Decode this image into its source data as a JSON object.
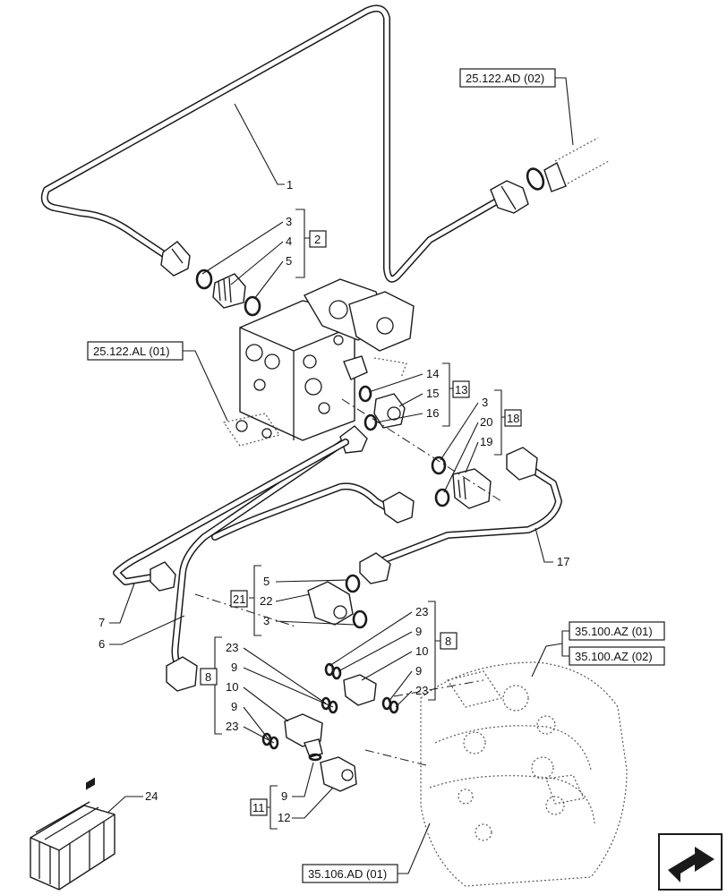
{
  "references": {
    "ref_25_122_ad_02": "25.122.AD (02)",
    "ref_25_122_al_01": "25.122.AL (01)",
    "ref_35_100_az_01": "35.100.AZ (01)",
    "ref_35_100_az_02": "35.100.AZ (02)",
    "ref_35_106_ad_01": "35.106.AD (01)"
  },
  "callouts": {
    "c1": "1",
    "c6": "6",
    "c7": "7",
    "c17": "17",
    "c24": "24",
    "g2_a": "3",
    "g2_b": "4",
    "g2_c": "5",
    "g2_box": "2",
    "g13_a": "14",
    "g13_b": "15",
    "g13_c": "16",
    "g13_box": "13",
    "g18_a": "3",
    "g18_b": "20",
    "g18_c": "19",
    "g18_box": "18",
    "g21_a": "5",
    "g21_b": "22",
    "g21_c": "3",
    "g21_box": "21",
    "g8r_a": "23",
    "g8r_b": "9",
    "g8r_c": "10",
    "g8r_d": "9",
    "g8r_e": "23",
    "g8r_box": "8",
    "g8l_a": "23",
    "g8l_b": "9",
    "g8l_c": "10",
    "g8l_d": "9",
    "g8l_e": "23",
    "g8l_box": "8",
    "g11_a": "9",
    "g11_b": "12",
    "g11_box": "11"
  },
  "icons": {
    "nav": "arrow-navigation-icon",
    "kit": "parts-kit-crate-icon"
  },
  "colors": {
    "line": "#1a1a1a",
    "background": "#ffffff"
  }
}
